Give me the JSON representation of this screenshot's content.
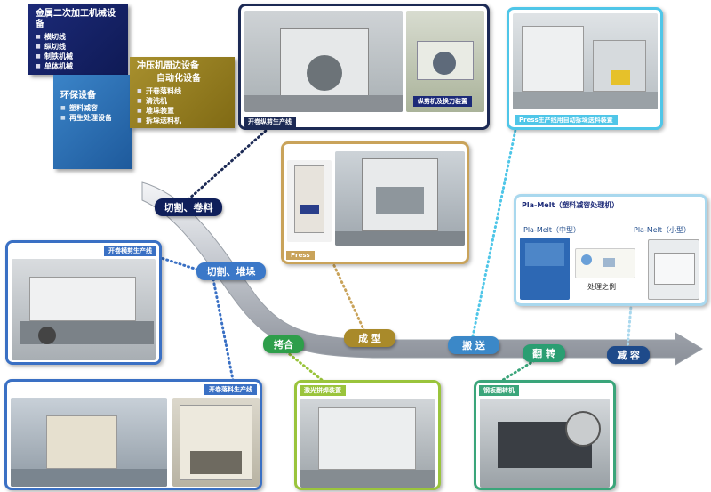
{
  "categories": {
    "metal": {
      "title": "金属二次加工机械设备",
      "items": [
        "横切线",
        "纵切线",
        "制铁机械",
        "单体机械"
      ]
    },
    "auto": {
      "title_line1": "冲压机周边设备",
      "title_line2": "自动化设备",
      "items": [
        "开卷落料线",
        "清洗机",
        "堆垛装置",
        "拆垛送料机"
      ]
    },
    "env": {
      "title": "环保设备",
      "items": [
        "塑料减容",
        "再生处理设备"
      ]
    }
  },
  "frames": {
    "f1": {
      "caption": "开卷纵剪生产线",
      "inner_caption": "纵剪机及换刀装置"
    },
    "f2": {
      "caption": "Press生产线用自动拆垛送料装置"
    },
    "f3": {
      "caption": "Press"
    },
    "f4": {
      "caption": "开卷横剪生产线"
    },
    "f5": {
      "caption": "Pla-Melt（塑料减容处理机）",
      "medium": "Pla-Melt（中型）",
      "small": "Pla-Melt（小型）",
      "example": "处理之例"
    },
    "f6": {
      "caption": "开卷落料生产线"
    },
    "f7": {
      "caption": "激光拼焊装置"
    },
    "f8": {
      "caption": "钢板翻转机"
    }
  },
  "flow": {
    "cut_coil": "切割、卷料",
    "cut_stack": "切割、堆垛",
    "join": "拷合",
    "form": "成 型",
    "move": "搬 送",
    "flip": "翻 转",
    "volume": "减 容"
  },
  "colors": {
    "navy": "#1c2a78",
    "gold": "#a8902e",
    "blue": "#3b84c8",
    "green": "#2e9e4a",
    "teal": "#2a9e72",
    "silver": "#b8bcc4"
  }
}
